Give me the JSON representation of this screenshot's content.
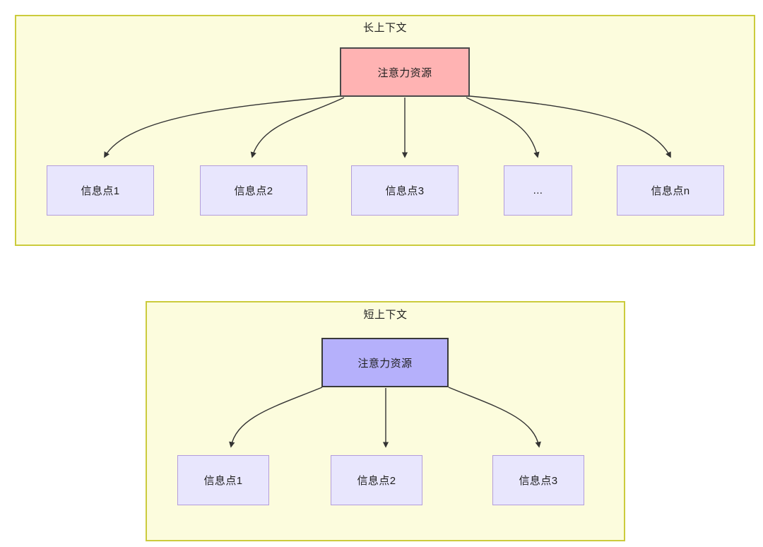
{
  "diagram": {
    "title": "",
    "colors": {
      "container_fill": "#FCFCDD",
      "container_border": "#CBCB3C",
      "attention_long_fill": "#FFB3B3",
      "attention_long_border": "#4A4A4A",
      "attention_short_fill": "#B5B0FB",
      "attention_short_border": "#3A3A3A",
      "info_fill": "#E8E6FD",
      "info_border": "#B39DDB",
      "edge_stroke": "#333333",
      "text": "#1F1F1F"
    },
    "panels": [
      {
        "id": "long-context",
        "title": "长上下文",
        "root": {
          "label": "注意力资源",
          "style": "attention-long"
        },
        "children": [
          {
            "label": "信息点1"
          },
          {
            "label": "信息点2"
          },
          {
            "label": "信息点3"
          },
          {
            "label": "..."
          },
          {
            "label": "信息点n"
          }
        ]
      },
      {
        "id": "short-context",
        "title": "短上下文",
        "root": {
          "label": "注意力资源",
          "style": "attention-short"
        },
        "children": [
          {
            "label": "信息点1"
          },
          {
            "label": "信息点2"
          },
          {
            "label": "信息点3"
          }
        ]
      }
    ]
  }
}
